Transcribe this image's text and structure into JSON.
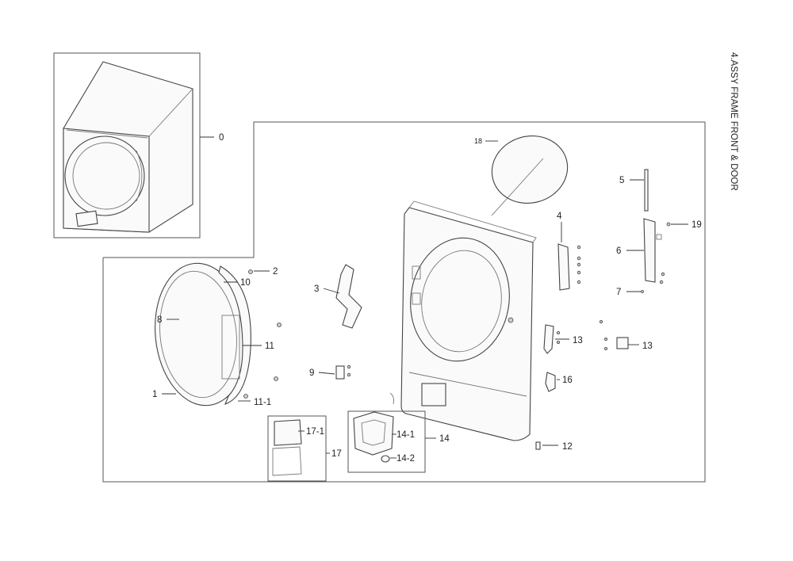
{
  "title": "4.ASSY FRAME FRONT & DOOR",
  "callouts": {
    "c0": "0",
    "c1": "1",
    "c2": "2",
    "c3": "3",
    "c4": "4",
    "c5": "5",
    "c6": "6",
    "c7": "7",
    "c8": "8",
    "c9": "9",
    "c10": "10",
    "c11": "11",
    "c11_1": "11-1",
    "c12": "12",
    "c13a": "13",
    "c13b": "13",
    "c14": "14",
    "c14_1": "14-1",
    "c14_2": "14-2",
    "c16": "16",
    "c17": "17",
    "c17_1": "17-1",
    "c18": "18",
    "c19": "19"
  }
}
